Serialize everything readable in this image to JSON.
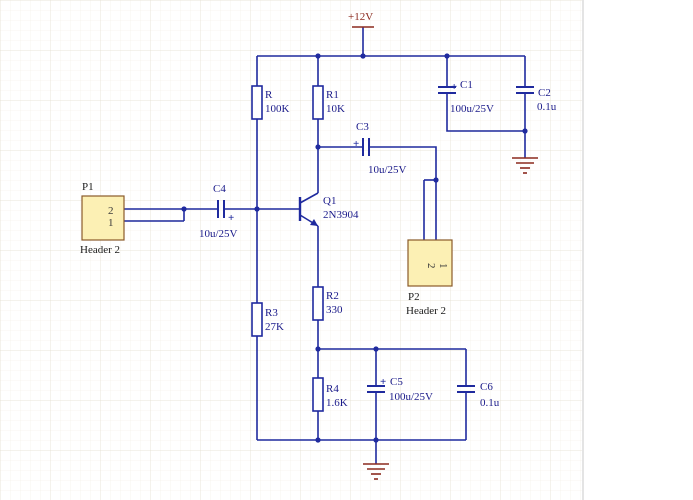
{
  "colors": {
    "wire": "#1f2a9e",
    "junction": "#1f2a9e",
    "component": "#1f2a9e",
    "power": "#8b2a1f",
    "label": "#1a1a8a",
    "ref_label": "#1a1a1a",
    "header_fill": "#fcf0b4",
    "header_border": "#8a5a2a",
    "grid_minor": "#f2eee4",
    "grid_major": "#e4dfd2",
    "sheet_border": "#c8c8c8"
  },
  "power": {
    "supply_label": "+12V"
  },
  "components": {
    "r": {
      "ref": "R",
      "value": "100K"
    },
    "r1": {
      "ref": "R1",
      "value": "10K"
    },
    "r2": {
      "ref": "R2",
      "value": "330"
    },
    "r3": {
      "ref": "R3",
      "value": "27K"
    },
    "r4": {
      "ref": "R4",
      "value": "1.6K"
    },
    "c1": {
      "ref": "C1",
      "value": "100u/25V",
      "polarity": "+"
    },
    "c2": {
      "ref": "C2",
      "value": "0.1u"
    },
    "c3": {
      "ref": "C3",
      "value": "10u/25V",
      "polarity": "+"
    },
    "c4": {
      "ref": "C4",
      "value": "10u/25V",
      "polarity": "+"
    },
    "c5": {
      "ref": "C5",
      "value": "100u/25V",
      "polarity": "+"
    },
    "c6": {
      "ref": "C6",
      "value": "0.1u"
    },
    "q1": {
      "ref": "Q1",
      "value": "2N3904"
    },
    "p1": {
      "ref": "P1",
      "value": "Header 2",
      "pin_a": "2",
      "pin_b": "1"
    },
    "p2": {
      "ref": "P2",
      "value": "Header 2",
      "pin_a": "2",
      "pin_b": "1"
    }
  }
}
